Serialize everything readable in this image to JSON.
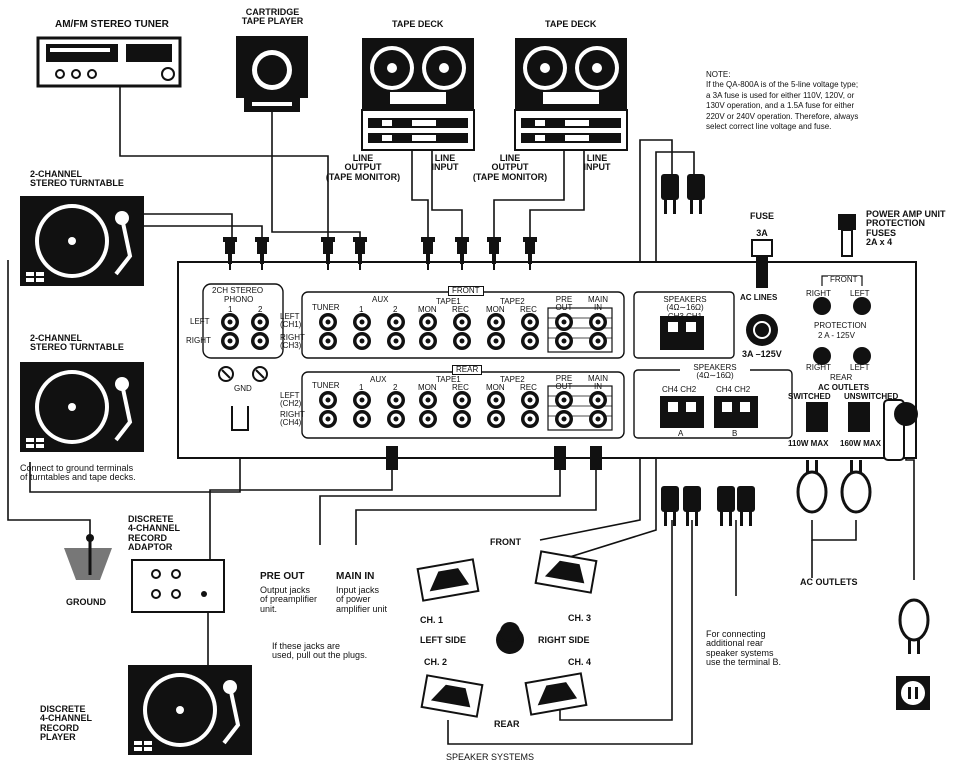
{
  "devices": {
    "tuner": "AM/FM STEREO TUNER",
    "cartridge": [
      "CARTRIDGE",
      "TAPE PLAYER"
    ],
    "tape_deck_1": "TAPE DECK",
    "tape_deck_2": "TAPE DECK",
    "turntable_1": [
      "2-CHANNEL",
      "STEREO TURNTABLE"
    ],
    "turntable_2": [
      "2-CHANNEL",
      "STEREO TURNTABLE"
    ],
    "adaptor": [
      "DISCRETE",
      "4-CHANNEL",
      "RECORD",
      "ADAPTOR"
    ],
    "player": [
      "DISCRETE",
      "4-CHANNEL",
      "RECORD",
      "PLAYER"
    ],
    "ground": "GROUND"
  },
  "tape_labels": {
    "line_output": [
      "LINE",
      "OUTPUT",
      "(TAPE MONITOR)"
    ],
    "line_input": [
      "LINE",
      "INPUT"
    ]
  },
  "note": {
    "title": "NOTE:",
    "lines": [
      "If the QA-800A is of the 5-line voltage type;",
      "a 3A fuse is used for either 110V, 120V, or",
      "130V operation, and a 1.5A fuse for either",
      "220V or 240V operation.  Therefore, always",
      "select correct line voltage and fuse."
    ]
  },
  "fuse": {
    "title": "FUSE",
    "value": "3A",
    "ac_lines": "AC LINES",
    "rating": "3A –125V"
  },
  "power_amp": {
    "title": [
      "POWER AMP UNIT",
      "PROTECTION",
      "FUSES",
      "2A x 4"
    ],
    "front": "FRONT",
    "rear": "REAR",
    "right": "RIGHT",
    "left": "LEFT",
    "protection": "PROTECTION",
    "protection_rating": "2 A - 125V"
  },
  "panel": {
    "phono_title": "2CH  STEREO",
    "phono": "PHONO",
    "ch1": "1",
    "ch2": "2",
    "left": "LEFT",
    "right": "RIGHT",
    "left_ch1": [
      "LEFT",
      "(CH1)"
    ],
    "right_ch3": [
      "RIGHT",
      "(CH3)"
    ],
    "left_ch2": [
      "LEFT",
      "(CH2)"
    ],
    "right_ch4": [
      "RIGHT",
      "(CH4)"
    ],
    "gnd": "GND",
    "front": "FRONT",
    "rear": "REAR",
    "tuner": "TUNER",
    "aux": "AUX",
    "aux1": "1",
    "aux2": "2",
    "tape1": "TAPE1",
    "tape2": "TAPE2",
    "mon": "MON",
    "rec": "REC",
    "pre_out": [
      "PRE",
      "OUT"
    ],
    "main_in": [
      "MAIN",
      "IN"
    ]
  },
  "speakers": {
    "front_title": "SPEAKERS",
    "impedance": "(4Ω∼16Ω)",
    "ch3_ch1": "CH3 CH1",
    "rear_title": "SPEAKERS",
    "rear_impedance": "(4Ω∼16Ω)",
    "ch4_ch2_a": "CH4 CH2",
    "ch4_ch2_b": "CH4 CH2",
    "terminal_a": "A",
    "terminal_b": "B"
  },
  "ac_outlets": {
    "title": [
      "AC OUTLETS"
    ],
    "switched": "SWITCHED",
    "unswitched": "UNSWITCHED",
    "switched_max": "110W  MAX",
    "unswitched_max": "160W  MAX",
    "outlets_label": "AC OUTLETS"
  },
  "captions": {
    "ground_note": [
      "Connect to ground terminals",
      "of turntables and tape decks."
    ],
    "pre_out_title": "PRE OUT",
    "pre_out_desc": [
      "Output jacks",
      "of preamplifier",
      "unit."
    ],
    "main_in_title": "MAIN IN",
    "main_in_desc": [
      "Input jacks",
      "of power",
      "amplifier unit"
    ],
    "pull_plugs": [
      "If these jacks are",
      "used, pull out the plugs."
    ],
    "rear_b_note": [
      "For connecting",
      "additional rear",
      "speaker systems",
      "use the terminal B."
    ]
  },
  "speaker_systems": {
    "front": "FRONT",
    "rear": "REAR",
    "left_side": "LEFT SIDE",
    "right_side": "RIGHT SIDE",
    "ch1": "CH. 1",
    "ch2": "CH. 2",
    "ch3": "CH. 3",
    "ch4": "CH. 4",
    "title": "SPEAKER SYSTEMS"
  }
}
